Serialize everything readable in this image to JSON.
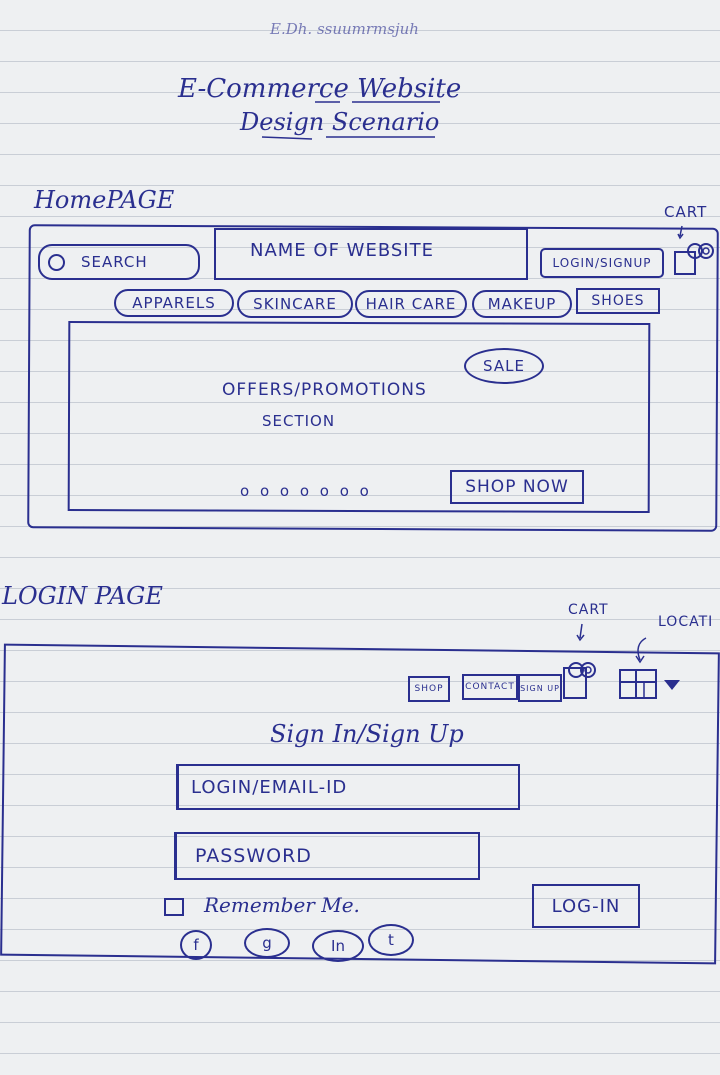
{
  "header": {
    "scribble": "E.Dh. ssuumrmsjuh",
    "title_line1": "E-Commerce Website",
    "title_line2": "Design Scenario"
  },
  "home": {
    "section_label": "HomePAGE",
    "search_label": "SEARCH",
    "website_name": "NAME OF WEBSITE",
    "login_signup": "LOGIN/SIGNUP",
    "cart_label": "CART",
    "categories": [
      "APPARELS",
      "SKINCARE",
      "HAIR CARE",
      "MAKEUP",
      "SHOES"
    ],
    "sale_badge": "SALE",
    "offers_line1": "OFFERS/PROMOTIONS",
    "offers_line2": "SECTION",
    "carousel_dots": "o o o o o o o",
    "shop_now": "SHOP NOW"
  },
  "login": {
    "section_label": "LOGIN PAGE",
    "cart_label": "CART",
    "location_label": "LOCATI",
    "nav": [
      "SHOP",
      "CONTACT",
      "SIGN UP"
    ],
    "heading": "Sign In/Sign Up",
    "login_field": "LOGIN/EMAIL-ID",
    "password_field": "PASSWORD",
    "remember_me": "Remember Me.",
    "login_button": "LOG-IN",
    "social": [
      "f",
      "g",
      "In",
      "t"
    ]
  },
  "colors": {
    "ink": "#2a2f8f",
    "paper": "#eef0f2",
    "rule": "#c9ced6"
  }
}
